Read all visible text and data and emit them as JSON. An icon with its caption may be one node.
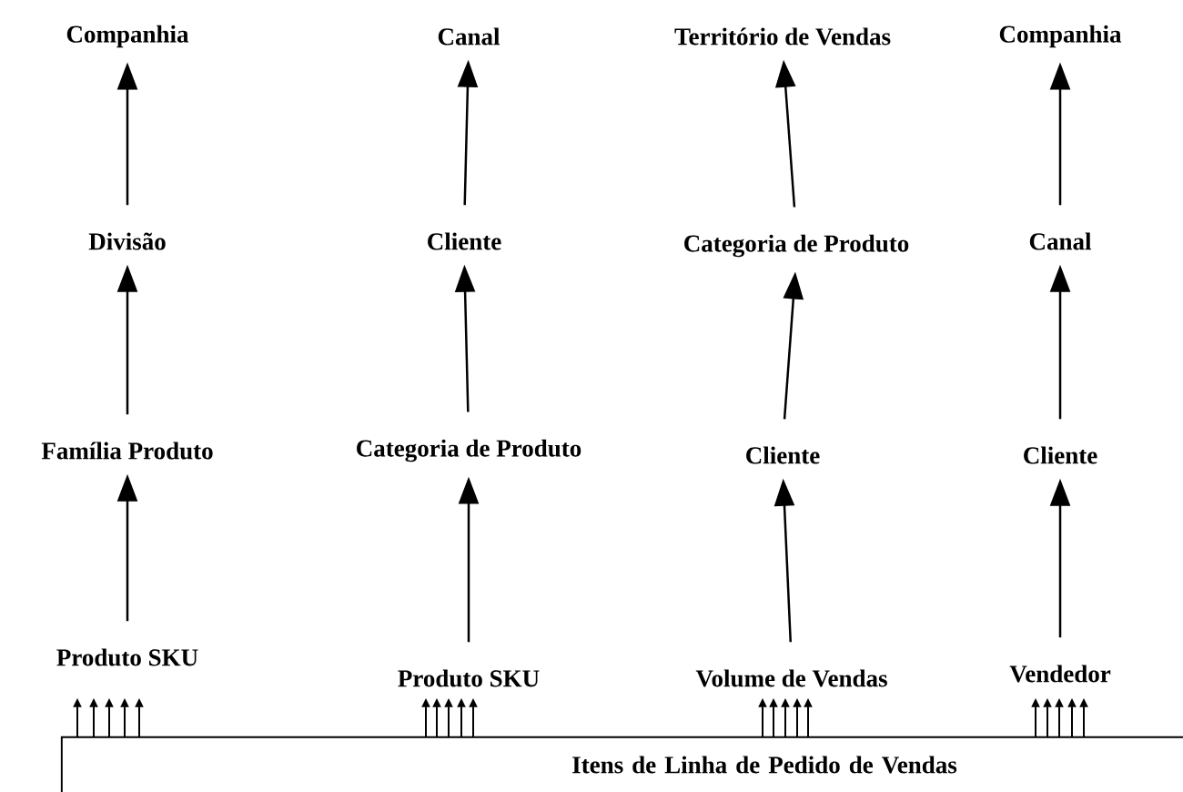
{
  "diagram": {
    "nodes": [
      {
        "text": [
          "Companhia"
        ]
      },
      {
        "text": [
          "Divisão"
        ]
      },
      {
        "text": [
          "Família Produto"
        ]
      },
      {
        "text": [
          "Produto SKU"
        ]
      },
      {
        "text": [
          "Canal"
        ]
      },
      {
        "text": [
          "Cliente"
        ]
      },
      {
        "text": [
          "Categoria de Produto"
        ]
      },
      {
        "text": [
          "Produto SKU"
        ]
      },
      {
        "text": [
          "Território de Vendas"
        ]
      },
      {
        "text": [
          "Categoria de Produto"
        ]
      },
      {
        "text": [
          "Cliente"
        ]
      },
      {
        "text": [
          "Volume de Vendas"
        ]
      },
      {
        "text": [
          "Companhia"
        ]
      },
      {
        "text": [
          "Canal"
        ]
      },
      {
        "text": [
          "Cliente"
        ]
      },
      {
        "text": [
          "Vendedor"
        ]
      },
      {
        "text": [
          "Itens de Linha de Pedido de Vendas"
        ]
      }
    ],
    "edges": [
      {
        "from": 1,
        "to": 0,
        "arrow": "to"
      },
      {
        "from": 2,
        "to": 1,
        "arrow": "to"
      },
      {
        "from": 3,
        "to": 2,
        "arrow": "to"
      },
      {
        "from": 5,
        "to": 4,
        "arrow": "to"
      },
      {
        "from": 6,
        "to": 5,
        "arrow": "to"
      },
      {
        "from": 7,
        "to": 6,
        "arrow": "to"
      },
      {
        "from": 9,
        "to": 8,
        "arrow": "to"
      },
      {
        "from": 10,
        "to": 9,
        "arrow": "to"
      },
      {
        "from": 11,
        "to": 10,
        "arrow": "to"
      },
      {
        "from": 13,
        "to": 12,
        "arrow": "to"
      },
      {
        "from": 14,
        "to": 13,
        "arrow": "to"
      },
      {
        "from": 15,
        "to": 14,
        "arrow": "to"
      },
      {
        "from": 16,
        "to": 3,
        "arrow": "to"
      },
      {
        "from": 16,
        "to": 3,
        "arrow": "to"
      },
      {
        "from": 16,
        "to": 3,
        "arrow": "to"
      },
      {
        "from": 16,
        "to": 3,
        "arrow": "to"
      },
      {
        "from": 16,
        "to": 3,
        "arrow": "to"
      },
      {
        "from": 16,
        "to": 7,
        "arrow": "to"
      },
      {
        "from": 16,
        "to": 7,
        "arrow": "to"
      },
      {
        "from": 16,
        "to": 7,
        "arrow": "to"
      },
      {
        "from": 16,
        "to": 7,
        "arrow": "to"
      },
      {
        "from": 16,
        "to": 7,
        "arrow": "to"
      },
      {
        "from": 16,
        "to": 11,
        "arrow": "to"
      },
      {
        "from": 16,
        "to": 11,
        "arrow": "to"
      },
      {
        "from": 16,
        "to": 11,
        "arrow": "to"
      },
      {
        "from": 16,
        "to": 11,
        "arrow": "to"
      },
      {
        "from": 16,
        "to": 11,
        "arrow": "to"
      },
      {
        "from": 16,
        "to": 15,
        "arrow": "to"
      },
      {
        "from": 16,
        "to": 15,
        "arrow": "to"
      },
      {
        "from": 16,
        "to": 15,
        "arrow": "to"
      },
      {
        "from": 16,
        "to": 15,
        "arrow": "to"
      },
      {
        "from": 16,
        "to": 15,
        "arrow": "to"
      }
    ]
  }
}
